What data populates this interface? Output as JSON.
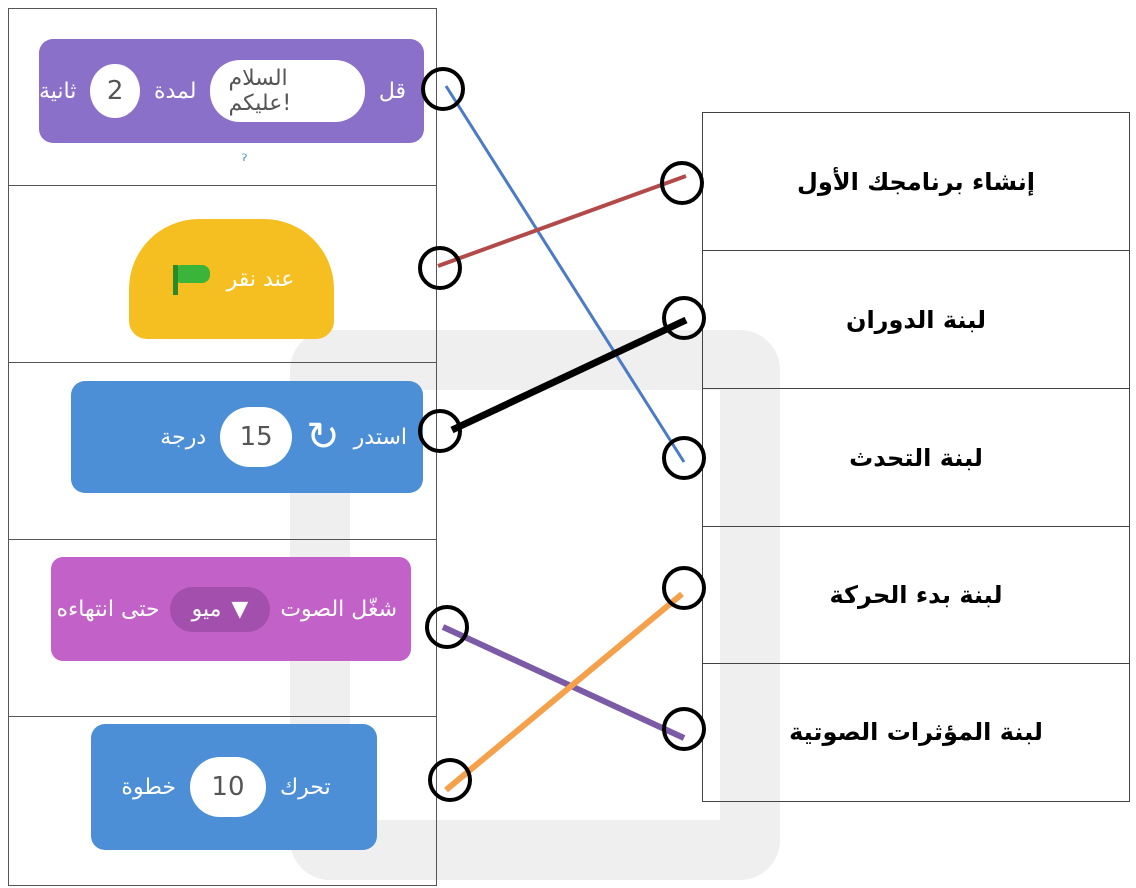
{
  "left_blocks": {
    "say": {
      "verb": "قل",
      "message": "السلام عليكم!",
      "duration_word": "لمدة",
      "seconds": "2",
      "unit": "ثانية"
    },
    "when_flag": {
      "label": "عند نقر"
    },
    "turn": {
      "verb": "استدر",
      "degrees": "15",
      "unit": "درجة"
    },
    "play_sound": {
      "verb": "شغّل الصوت",
      "sound": "ميو",
      "dropdown_arrow": "▼",
      "suffix": "حتى انتهاءه"
    },
    "move": {
      "verb": "تحرك",
      "steps": "10",
      "unit": "خطوة"
    }
  },
  "right_items": [
    "إنشاء برنامجك الأول",
    "لبنة الدوران",
    "لبنة التحدث",
    "لبنة بدء الحركة",
    "لبنة المؤثرات الصوتية"
  ],
  "connections": [
    {
      "from_block": "say",
      "to_item": "لبنة التحدث",
      "color": "#4a7bc4"
    },
    {
      "from_block": "when_flag",
      "to_item": "إنشاء برنامجك الأول",
      "color": "#b34a4a"
    },
    {
      "from_block": "turn",
      "to_item": "لبنة الدوران",
      "color": "#000000"
    },
    {
      "from_block": "play_sound",
      "to_item": "لبنة المؤثرات الصوتية",
      "color": "#7b5aa6"
    },
    {
      "from_block": "move",
      "to_item": "لبنة بدء الحركة",
      "color": "#f5a04a"
    }
  ],
  "colors": {
    "looks_purple": "#8a70c8",
    "events_yellow": "#f5bf22",
    "motion_blue": "#4c8fd6",
    "sound_magenta": "#c262c8"
  },
  "icons": [
    "green-flag-icon",
    "rotate-clockwise-icon",
    "dropdown-arrow-icon"
  ]
}
